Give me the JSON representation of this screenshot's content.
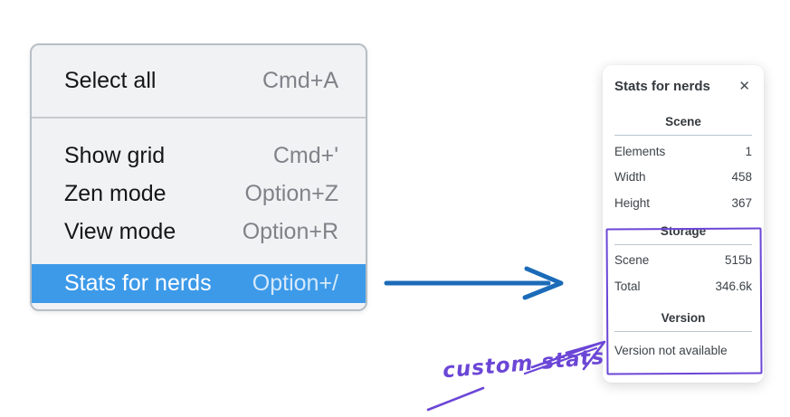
{
  "colors": {
    "menu_highlight": "#3d9ae9",
    "arrow_blue": "#1b6bb8",
    "annotation_purple": "#6b46d6"
  },
  "menu": {
    "sections": [
      {
        "items": [
          {
            "label": "Select all",
            "shortcut": "Cmd+A"
          }
        ]
      },
      {
        "items": [
          {
            "label": "Show grid",
            "shortcut": "Cmd+'"
          },
          {
            "label": "Zen mode",
            "shortcut": "Option+Z"
          },
          {
            "label": "View mode",
            "shortcut": "Option+R"
          },
          {
            "label": "Stats for nerds",
            "shortcut": "Option+/"
          }
        ]
      }
    ]
  },
  "stats_panel": {
    "title": "Stats for nerds",
    "close_icon": "✕",
    "sections": [
      {
        "heading": "Scene",
        "rows": [
          {
            "label": "Elements",
            "value": "1"
          },
          {
            "label": "Width",
            "value": "458"
          },
          {
            "label": "Height",
            "value": "367"
          }
        ]
      },
      {
        "heading": "Storage",
        "rows": [
          {
            "label": "Scene",
            "value": "515b"
          },
          {
            "label": "Total",
            "value": "346.6k"
          }
        ]
      },
      {
        "heading": "Version",
        "note": "Version not available"
      }
    ]
  },
  "annotation": {
    "label": "custom stats"
  }
}
